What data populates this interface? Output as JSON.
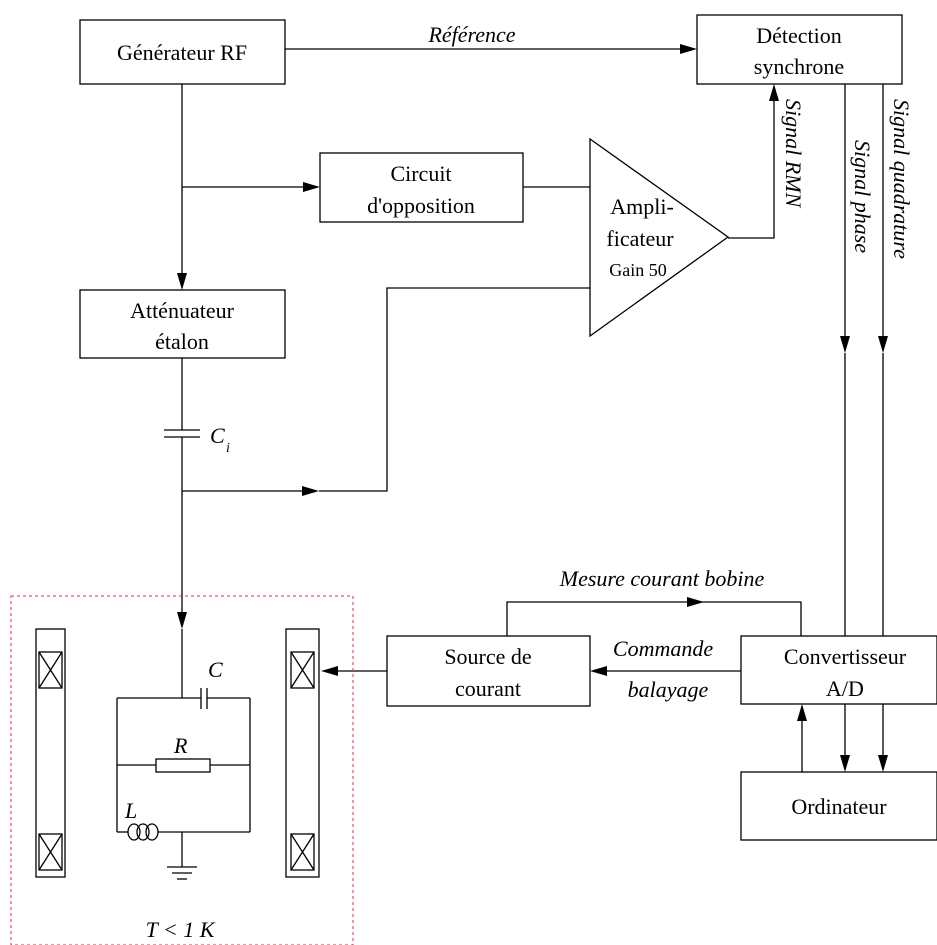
{
  "blocks": {
    "generateur": "Générateur RF",
    "detection_l1": "Détection",
    "detection_l2": "synchrone",
    "circuit_l1": "Circuit",
    "circuit_l2": "d'opposition",
    "ampli_l1": "Ampli-",
    "ampli_l2": "ficateur",
    "ampli_gain": "Gain 50",
    "attenuateur_l1": "Atténuateur",
    "attenuateur_l2": "étalon",
    "source_l1": "Source de",
    "source_l2": "courant",
    "convertisseur_l1": "Convertisseur",
    "convertisseur_l2": "A/D",
    "ordinateur": "Ordinateur"
  },
  "signals": {
    "reference": "Référence",
    "signal_rmn": "Signal RMN",
    "signal_phase": "Signal phase",
    "signal_quadrature": "Signal  quadrature",
    "mesure_courant": "Mesure courant bobine",
    "commande": "Commande",
    "balayage": "balayage"
  },
  "components": {
    "ci_main": "C",
    "ci_sub": "i",
    "c": "C",
    "r": "R",
    "l": "L"
  },
  "temperature": "T < 1 K",
  "colors": {
    "line": "#000000",
    "cryostat_border": "#e0303a"
  }
}
